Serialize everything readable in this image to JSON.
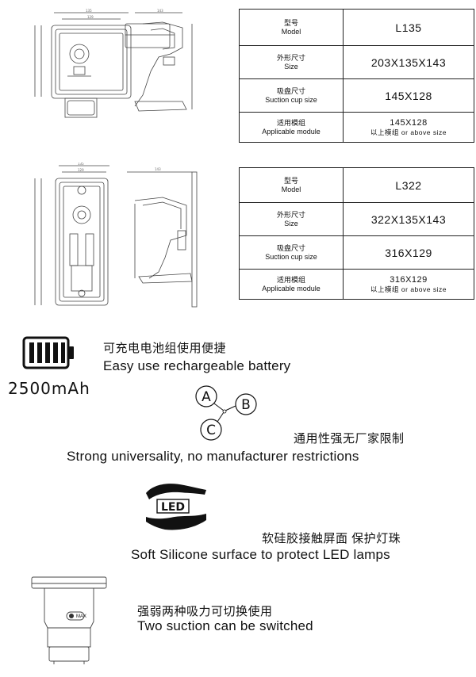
{
  "spec_tables": [
    {
      "rows": [
        {
          "label_cn": "型号",
          "label_en": "Model",
          "value": "L135"
        },
        {
          "label_cn": "外形尺寸",
          "label_en": "Size",
          "value": "203X135X143"
        },
        {
          "label_cn": "吸盘尺寸",
          "label_en": "Suction cup size",
          "value": "145X128"
        },
        {
          "label_cn": "适用模组",
          "label_en": "Applicable module",
          "value": "145X128",
          "value_note": "以上模组  or above size"
        }
      ]
    },
    {
      "rows": [
        {
          "label_cn": "型号",
          "label_en": "Model",
          "value": "L322"
        },
        {
          "label_cn": "外形尺寸",
          "label_en": "Size",
          "value": "322X135X143"
        },
        {
          "label_cn": "吸盘尺寸",
          "label_en": "Suction cup size",
          "value": "316X129"
        },
        {
          "label_cn": "适用模组",
          "label_en": "Applicable module",
          "value": "316X129",
          "value_note": "以上模组  or above size"
        }
      ]
    }
  ],
  "features": {
    "battery": {
      "cn": "可充电电池组使用便捷",
      "en": "Easy use rechargeable  battery",
      "capacity": "2500mAh",
      "icon": "battery-icon"
    },
    "universal": {
      "cn": "通用性强无厂家限制",
      "en": "Strong universality, no manufacturer restrictions",
      "letters": [
        "A",
        "B",
        "C"
      ],
      "icon": "abc-connection-icon"
    },
    "silicone": {
      "cn": "软硅胶接触屏面 保护灯珠",
      "en": "Soft Silicone surface to protect LED lamps",
      "icon_text": "LED",
      "icon": "hands-protect-led-icon"
    },
    "suction": {
      "cn": "强弱两种吸力可切换使用",
      "en": "Two suction can be switched",
      "switch_label": "MAX",
      "icon": "suction-device-icon"
    }
  },
  "colors": {
    "line": "#333333",
    "text": "#111111",
    "background": "#ffffff"
  }
}
